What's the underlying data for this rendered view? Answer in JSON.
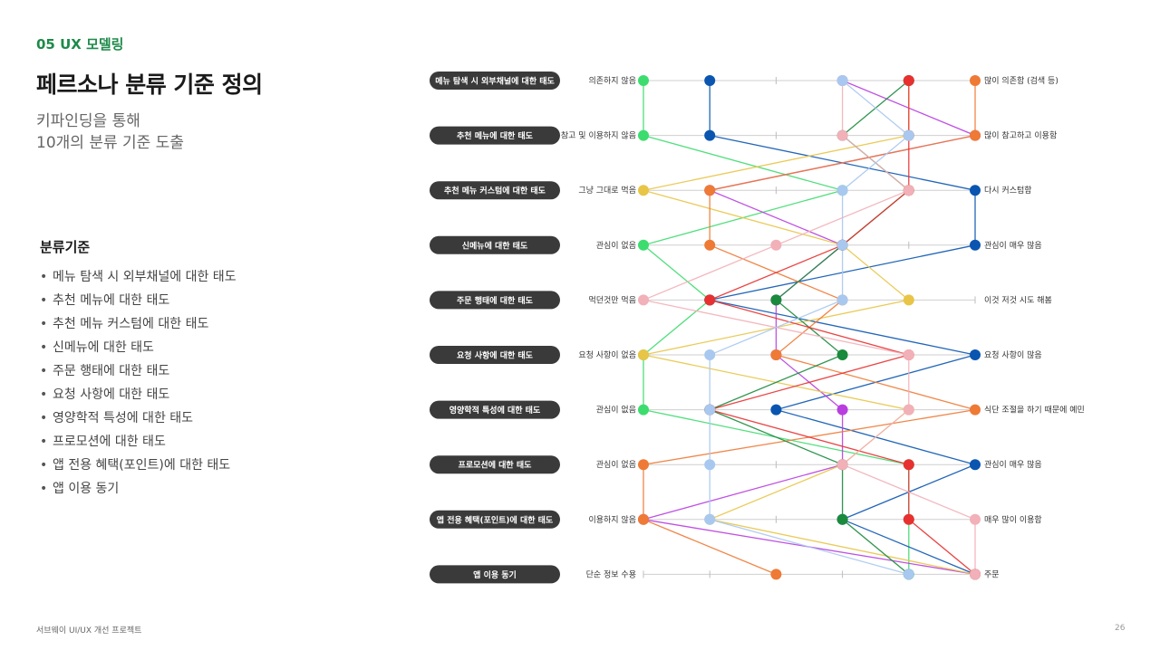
{
  "header": {
    "section": "05 UX 모델링",
    "title": "페르소나 분류 기준 정의",
    "subtitle_line1": "키파인딩을 통해",
    "subtitle_line2": "10개의 분류 기준 도출"
  },
  "criteria": {
    "heading": "분류기준",
    "items": [
      "메뉴 탐색 시 외부채널에 대한 태도",
      "추천 메뉴에 대한 태도",
      "추천 메뉴 커스텀에 대한 태도",
      "신메뉴에 대한 태도",
      "주문 행태에 대한 태도",
      "요청 사항에 대한 태도",
      "영양학적 특성에 대한 태도",
      "프로모션에 대한 태도",
      "앱 전용 혜택(포인트)에 대한 태도",
      "앱 이용 동기"
    ]
  },
  "chart_data": {
    "type": "diagram",
    "rows": [
      {
        "label": "메뉴 탐색 시 외부채널에 대한 태도",
        "left": "의존하지 않음",
        "right": "많이 의존함 (검색 등)"
      },
      {
        "label": "추천 메뉴에 대한 태도",
        "left": "참고 및 이용하지 않음",
        "right": "많이 참고하고 이용함"
      },
      {
        "label": "추천 메뉴 커스텀에 대한 태도",
        "left": "그냥 그대로 먹음",
        "right": "다시 커스텀함"
      },
      {
        "label": "신메뉴에 대한 태도",
        "left": "관심이 없음",
        "right": "관심이 매우 많음"
      },
      {
        "label": "주문 행태에 대한 태도",
        "left": "먹던것만 먹음",
        "right": "이것 저것 시도 해봄"
      },
      {
        "label": "요청 사항에 대한 태도",
        "left": "요청 사항이 없음",
        "right": "요청 사항이 많음"
      },
      {
        "label": "영양학적 특성에 대한 태도",
        "left": "관심이 없음",
        "right": "식단 조절을 하기 때문에 예민"
      },
      {
        "label": "프로모션에 대한 태도",
        "left": "관심이 없음",
        "right": "관심이 매우 많음"
      },
      {
        "label": "앱 전용 혜택(포인트)에 대한 태도",
        "left": "이용하지 않음",
        "right": "매우 많이 이용함"
      },
      {
        "label": "앱 이용 동기",
        "left": "단순 정보 수용",
        "right": "주문"
      }
    ],
    "scale_steps": 6,
    "personas": [
      {
        "color": "#3ddc6e",
        "positions": [
          0,
          0,
          3,
          0,
          1,
          0,
          0,
          4,
          4,
          4
        ]
      },
      {
        "color": "#0a55b0",
        "positions": [
          1,
          1,
          5,
          5,
          1,
          5,
          2,
          5,
          3,
          5
        ]
      },
      {
        "color": "#b83ee0",
        "positions": [
          3,
          5,
          1,
          3,
          2,
          2,
          3,
          3,
          0,
          5
        ]
      },
      {
        "color": "#e8c547",
        "positions": [
          4,
          4,
          0,
          3,
          4,
          0,
          4,
          3,
          1,
          5
        ]
      },
      {
        "color": "#ee7a35",
        "positions": [
          5,
          5,
          1,
          1,
          3,
          2,
          5,
          0,
          0,
          2
        ]
      },
      {
        "color": "#1a8a3c",
        "positions": [
          4,
          3,
          4,
          3,
          2,
          3,
          1,
          3,
          3,
          4
        ]
      },
      {
        "color": "#e83030",
        "positions": [
          4,
          4,
          4,
          3,
          1,
          4,
          1,
          4,
          4,
          5
        ]
      },
      {
        "color": "#f2b0b8",
        "positions": [
          3,
          3,
          4,
          2,
          0,
          4,
          4,
          3,
          5,
          5
        ]
      },
      {
        "color": "#a8c8f0",
        "positions": [
          3,
          4,
          3,
          3,
          3,
          1,
          1,
          1,
          1,
          4
        ]
      }
    ]
  },
  "footer": {
    "project": "서브웨이 UI/UX 개선 프로젝트",
    "page": "26"
  }
}
